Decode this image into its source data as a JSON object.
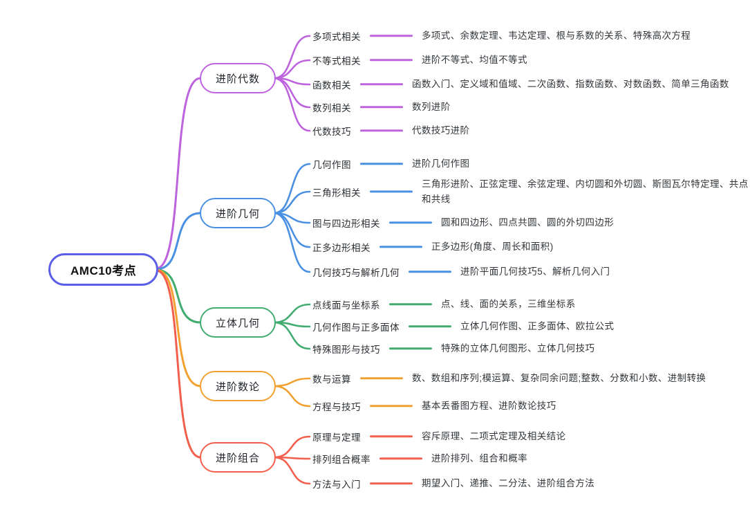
{
  "root": {
    "label": "AMC10考点",
    "color": "#5b5fe6"
  },
  "branches": [
    {
      "label": "进阶代数",
      "color": "#bd63de",
      "children": [
        {
          "label": "多项式相关",
          "leaf": "多项式、余数定理、韦达定理、根与系数的关系、特殊高次方程"
        },
        {
          "label": "不等式相关",
          "leaf": "进阶不等式、均值不等式"
        },
        {
          "label": "函数相关",
          "leaf": "函数入门、定义域和值域、二次函数、指数函数、对数函数、简单三角函数"
        },
        {
          "label": "数列相关",
          "leaf": "数列进阶"
        },
        {
          "label": "代数技巧",
          "leaf": "代数技巧进阶"
        }
      ]
    },
    {
      "label": "进阶几何",
      "color": "#4a90e2",
      "children": [
        {
          "label": "几何作图",
          "leaf": "进阶几何作图"
        },
        {
          "label": "三角形相关",
          "leaf": "三角形进阶、正弦定理、余弦定理、内切圆和外切圆、斯图瓦尔特定理、共点和共线"
        },
        {
          "label": "图与四边形相关",
          "leaf": "圆和四边形、四点共圆、圆的外切四边形"
        },
        {
          "label": "正多边形相关",
          "leaf": "正多边形(角度、周长和面积)"
        },
        {
          "label": "几何技巧与解析几何",
          "leaf": "进阶平面几何技巧5、解析几何入门"
        }
      ]
    },
    {
      "label": "立体几何",
      "color": "#41ac6f",
      "children": [
        {
          "label": "点线面与坐标系",
          "leaf": "点、线、面的关系，三维坐标系"
        },
        {
          "label": "几何作图与正多面体",
          "leaf": "立体几何作图、正多面体、欧拉公式"
        },
        {
          "label": "特殊图形与技巧",
          "leaf": "特殊的立体几何图形、立体几何技巧"
        }
      ]
    },
    {
      "label": "进阶数论",
      "color": "#f2a131",
      "children": [
        {
          "label": "数与运算",
          "leaf": "数、数组和序列;模运算、复杂同余问题;整数、分数和小数、进制转换"
        },
        {
          "label": "方程与技巧",
          "leaf": "基本丢番图方程、进阶数论技巧"
        }
      ]
    },
    {
      "label": "进阶组合",
      "color": "#f25f4d",
      "children": [
        {
          "label": "原理与定理",
          "leaf": "容斥原理、二项式定理及相关结论"
        },
        {
          "label": "排列组合概率",
          "leaf": "进阶排列、组合和概率"
        },
        {
          "label": "方法与入门",
          "leaf": "期望入门、递推、二分法、进阶组合方法"
        }
      ]
    }
  ]
}
